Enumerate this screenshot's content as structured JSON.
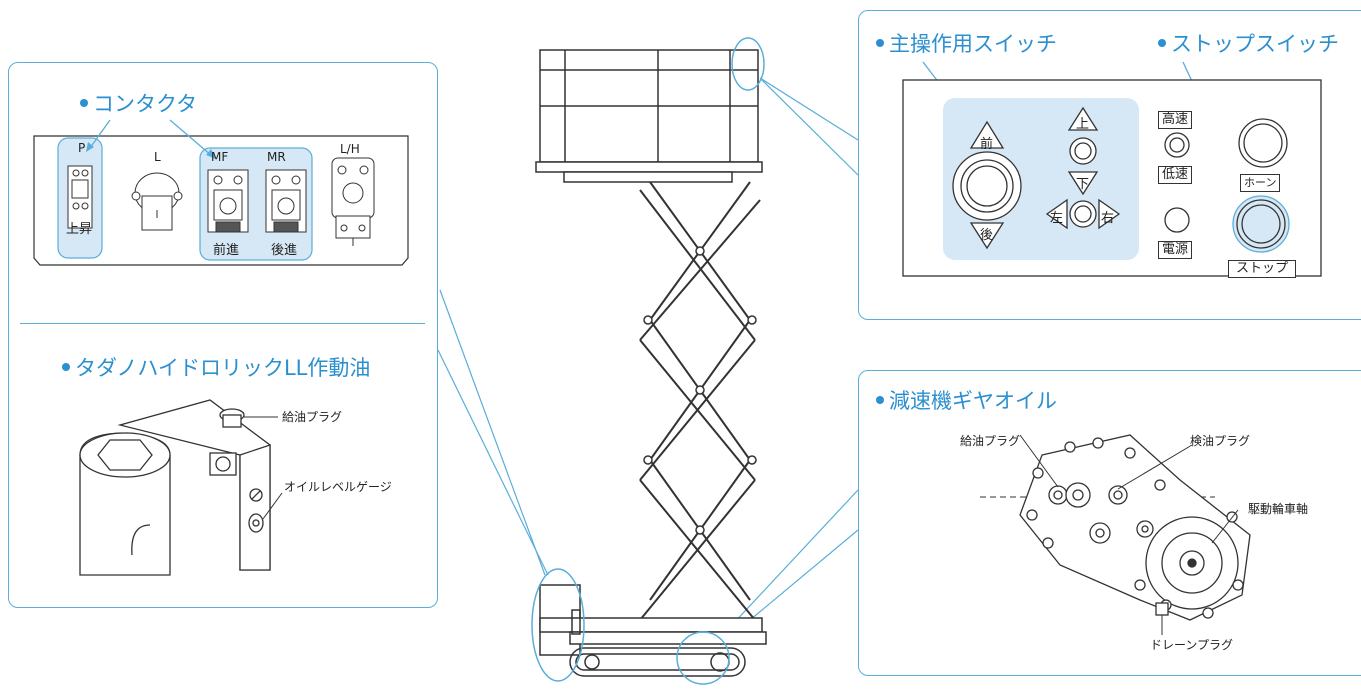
{
  "contactor": {
    "heading": "コンタクタ",
    "items": [
      {
        "code": "P",
        "name": "上昇"
      },
      {
        "code": "L",
        "name": ""
      },
      {
        "code": "MF",
        "name": "前進"
      },
      {
        "code": "MR",
        "name": "後進"
      },
      {
        "code": "L/H",
        "name": ""
      }
    ]
  },
  "hydraulic_oil": {
    "heading": "タダノハイドロリックLL作動油",
    "fill_plug": "給油プラグ",
    "level_gauge": "オイルレベルゲージ"
  },
  "control_panel": {
    "main_switch_heading": "主操作用スイッチ",
    "stop_switch_heading": "ストップスイッチ",
    "forward": "前",
    "backward": "後",
    "up": "上",
    "down": "下",
    "left": "左",
    "right": "右",
    "high_speed": "高速",
    "low_speed": "低速",
    "power": "電源",
    "horn": "ホーン",
    "stop": "ストップ"
  },
  "gear_oil": {
    "heading": "減速機ギヤオイル",
    "fill_plug": "給油プラグ",
    "check_plug": "検油プラグ",
    "axle": "駆動輪車軸",
    "drain_plug": "ドレーンプラグ"
  },
  "colors": {
    "accent": "#2b8fd0",
    "panel_border": "#5aaed9",
    "highlight": "#d6e8f6"
  }
}
